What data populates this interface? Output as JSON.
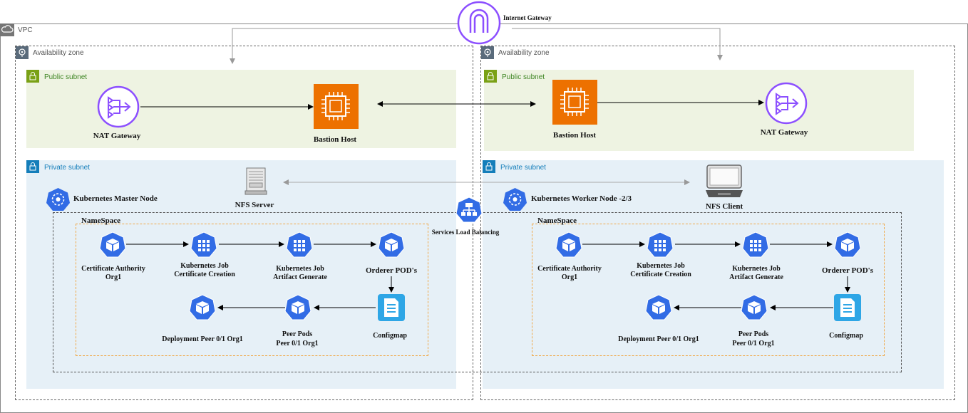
{
  "vpc": {
    "label": "VPC"
  },
  "internet_gateway": {
    "label": "Internet Gateway"
  },
  "az_left": {
    "label": "Availability zone"
  },
  "az_right": {
    "label": "Availability zone"
  },
  "public_subnet_left": {
    "label": "Public subnet"
  },
  "public_subnet_right": {
    "label": "Public subnet"
  },
  "private_subnet_left": {
    "label": "Private subnet"
  },
  "private_subnet_right": {
    "label": "Private subnet"
  },
  "nat_left": {
    "label": "NAT Gateway"
  },
  "nat_right": {
    "label": "NAT Gateway"
  },
  "bastion_left": {
    "label": "Bastion Host"
  },
  "bastion_right": {
    "label": "Bastion Host"
  },
  "nfs_server": {
    "label": "NFS Server"
  },
  "nfs_client": {
    "label": "NFS Client"
  },
  "master_node": {
    "label": "Kubernetes Master Node"
  },
  "worker_node": {
    "label": "Kubernetes Worker Node -2/3"
  },
  "service_lb": {
    "label": "Services Load Balancing"
  },
  "ns_left": {
    "title": "NameSpace",
    "ca": [
      "Certificate Authority",
      "Org1"
    ],
    "job_cert": [
      "Kubernetes Job",
      "Certificate Creation"
    ],
    "job_artifact": [
      "Kubernetes Job",
      "Artifact Generate"
    ],
    "orderer": "Orderer POD's",
    "configmap": "Configmap",
    "peer_pods": [
      "Peer Pods",
      "Peer 0/1 Org1"
    ],
    "deployment": "Deployment Peer 0/1 Org1"
  },
  "ns_right": {
    "title": "NameSpace",
    "ca": [
      "Certificate Authority",
      "Org1"
    ],
    "job_cert": [
      "Kubernetes Job",
      "Certificate Creation"
    ],
    "job_artifact": [
      "Kubernetes Job",
      "Artifact Generate"
    ],
    "orderer": "Orderer POD's",
    "configmap": "Configmap",
    "peer_pods": [
      "Peer Pods",
      "Peer 0/1 Org1"
    ],
    "deployment": "Deployment Peer 0/1 Org1"
  },
  "colors": {
    "public_subnet_bg": "#eef3e2",
    "private_subnet_bg": "#e6f0f7",
    "k8s_blue": "#326ce5",
    "ec2_orange": "#ed7100",
    "nat_purple": "#8c4fff",
    "configmap_blue": "#2ea6e6",
    "namespace_orange": "#f0a848"
  },
  "icons": {
    "internet_gateway": "internet-gateway-icon",
    "nat": "nat-gateway-icon",
    "bastion": "ec2-instance-icon",
    "nfs_server": "server-icon",
    "nfs_client": "desktop-client-icon",
    "k8s_node": "kubernetes-node-icon",
    "pod": "kubernetes-pod-icon",
    "job": "kubernetes-job-icon",
    "configmap": "configmap-icon",
    "service": "kubernetes-service-icon"
  }
}
